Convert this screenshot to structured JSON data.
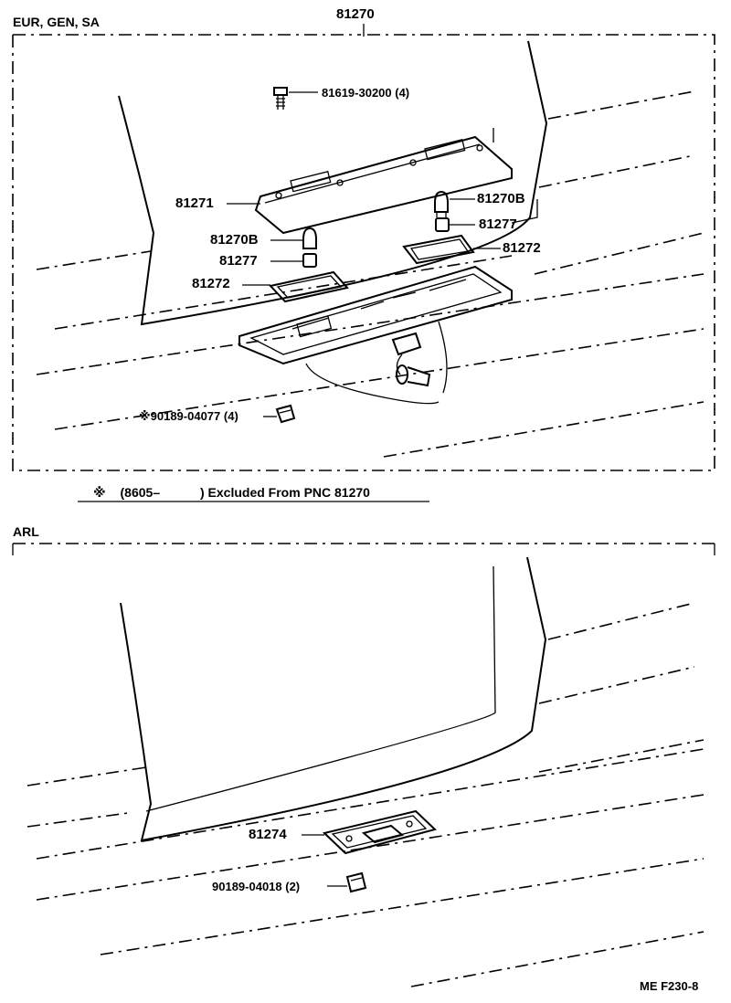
{
  "top_section": {
    "region_label": "EUR, GEN, SA",
    "assembly_number": "81270",
    "parts": {
      "screw": "81619-30200 (4)",
      "lens": "81271",
      "bulb_right": "81270B",
      "socket_right": "81277",
      "gasket_right": "81272",
      "bulb_left": "81270B",
      "socket_left": "81277",
      "gasket_left": "81272",
      "clip": "90189-04077 (4)"
    },
    "clip_marker": "※",
    "note": {
      "symbol": "※",
      "text_a": "(8605–",
      "text_b": ") Excluded From PNC 81270"
    }
  },
  "bottom_section": {
    "region_label": "ARL",
    "parts": {
      "lamp": "81274",
      "clip": "90189-04018 (2)"
    }
  },
  "figure_code": "ME F230-8"
}
